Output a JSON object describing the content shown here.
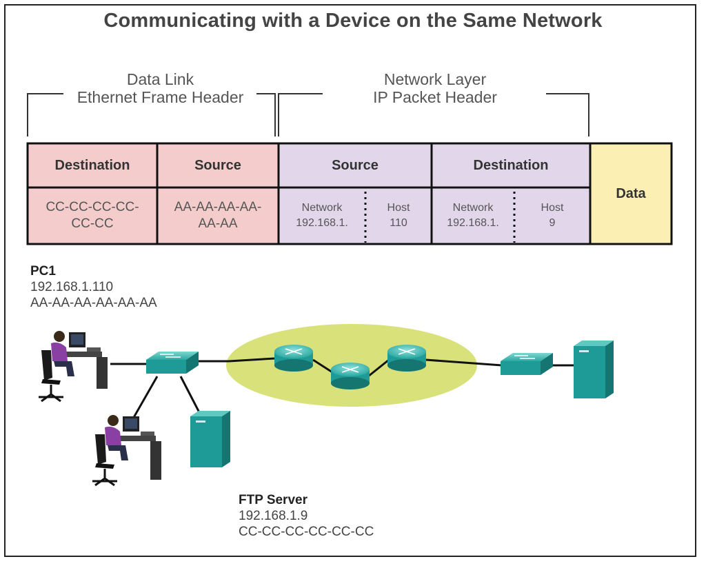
{
  "title": "Communicating with a Device on the Same Network",
  "data_link": {
    "line1": "Data Link",
    "line2": "Ethernet Frame Header"
  },
  "network_layer": {
    "line1": "Network Layer",
    "line2": "IP Packet Header"
  },
  "table": {
    "dest_mac": {
      "header": "Destination",
      "line1": "CC-CC-CC-CC-",
      "line2": "CC-CC"
    },
    "src_mac": {
      "header": "Source",
      "line1": "AA-AA-AA-AA-",
      "line2": "AA-AA"
    },
    "src_ip": {
      "header": "Source",
      "net_label": "Network",
      "net_value": "192.168.1.",
      "host_label": "Host",
      "host_value": "110"
    },
    "dest_ip": {
      "header": "Destination",
      "net_label": "Network",
      "net_value": "192.168.1.",
      "host_label": "Host",
      "host_value": "9"
    },
    "data": {
      "label": "Data"
    }
  },
  "pc1": {
    "name": "PC1",
    "ip": "192.168.1.110",
    "mac": "AA-AA-AA-AA-AA-AA"
  },
  "ftp": {
    "name": "FTP Server",
    "ip": "192.168.1.9",
    "mac": "CC-CC-CC-CC-CC-CC"
  },
  "colors": {
    "mac_cell": "#f4cccc",
    "ip_cell": "#e2d6ea",
    "data_cell": "#fcefb4",
    "device_teal": "#1e9b96",
    "cloud": "#d9e27a"
  }
}
